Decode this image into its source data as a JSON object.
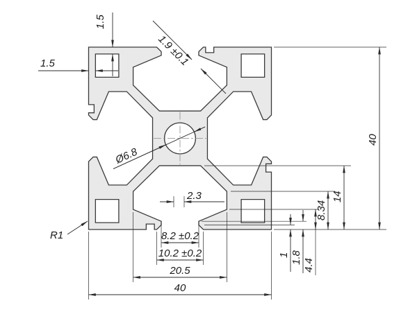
{
  "drawing": {
    "background": "#ffffff",
    "profile_fill": "#e9e9e9",
    "line_color": "#2b2b2b"
  },
  "dimensions": {
    "top_wall_thickness": "1.5",
    "left_wall_thickness": "1.5",
    "slot_lip_thickness": "1.9 ±0.1",
    "overall_height": "40",
    "center_bore_diameter": "Ø6.8",
    "web_width": "2.3",
    "cavity_floor_depth": "14",
    "cavity_wall_depth": "8.34",
    "corner_radius": "R1",
    "slot_opening_width": "8.2 ±0.2",
    "slot_mouth_width": "10.2 ±0.2",
    "slot_cavity_width": "20.5",
    "lip_chamfer_depth": "1",
    "lip_depth": "1.8",
    "dovetail_depth": "4.4",
    "overall_width": "40"
  }
}
